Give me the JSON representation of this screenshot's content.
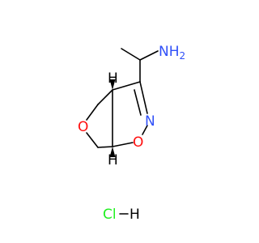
{
  "atoms": {
    "amine": {
      "text": "NH",
      "subscript": "2",
      "color": "#3050f8"
    },
    "ring_nitrogen": {
      "text": "N",
      "color": "#3050f8"
    },
    "ring_oxygen_isoxazoline": {
      "text": "O",
      "color": "#ff0d0d"
    },
    "ring_oxygen_furan": {
      "text": "O",
      "color": "#ff0d0d"
    },
    "stereo_h_top": {
      "text": "H",
      "color": "#000000"
    },
    "stereo_h_bottom": {
      "text": "H",
      "color": "#000000"
    }
  },
  "salt": {
    "chlorine": {
      "text": "Cl",
      "color": "#1ff01f"
    },
    "hydrogen": {
      "text": "H",
      "color": "#000000"
    }
  }
}
